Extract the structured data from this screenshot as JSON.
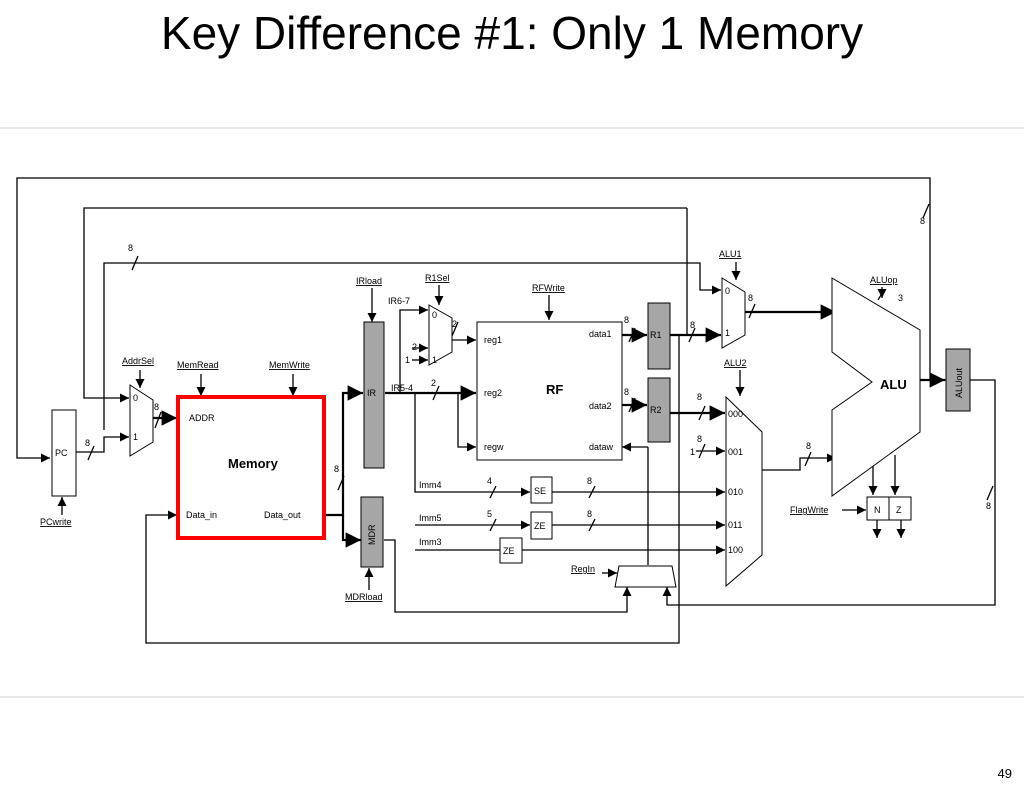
{
  "title": "Key Difference #1: Only 1 Memory",
  "page_number": "49",
  "colors": {
    "highlight": "#ff0000",
    "register_fill": "#a6a6a6"
  },
  "diagram": {
    "memory": {
      "title": "Memory",
      "addr": "ADDR",
      "data_in": "Data_in",
      "data_out": "Data_out"
    },
    "pc": "PC",
    "ir": "IR",
    "mdr": "MDR",
    "rf": {
      "title": "RF",
      "reg1": "reg1",
      "reg2": "reg2",
      "regw": "regw",
      "data1": "data1",
      "data2": "data2",
      "dataw": "dataw"
    },
    "r1": "R1",
    "r2": "R2",
    "alu": "ALU",
    "alu_out": "ALUout",
    "flag_n": "N",
    "flag_z": "Z",
    "se": "SE",
    "ze1": "ZE",
    "ze2": "ZE",
    "controls": {
      "pcwrite": "PCwrite",
      "addrsel": "AddrSel",
      "memread": "MemRead",
      "memwrite": "MemWrite",
      "irload": "IRload",
      "r1sel": "R1Sel",
      "rfwrite": "RFWrite",
      "alu1": "ALU1",
      "alu2": "ALU2",
      "aluop": "ALUop",
      "flagwrite": "FlagWrite",
      "regin": "RegIn",
      "mdrload": "MDRload"
    },
    "labels": {
      "ir67": "IR6-7",
      "ir54": "IR5-4",
      "imm4": "Imm4",
      "imm5": "Imm5",
      "imm3": "Imm3",
      "w8": "8",
      "w2": "2",
      "w3": "3",
      "w4": "4",
      "w5": "5",
      "in0": "0",
      "in1": "1",
      "sel000": "000",
      "sel001": "001",
      "sel010": "010",
      "sel011": "011",
      "sel100": "100"
    }
  }
}
